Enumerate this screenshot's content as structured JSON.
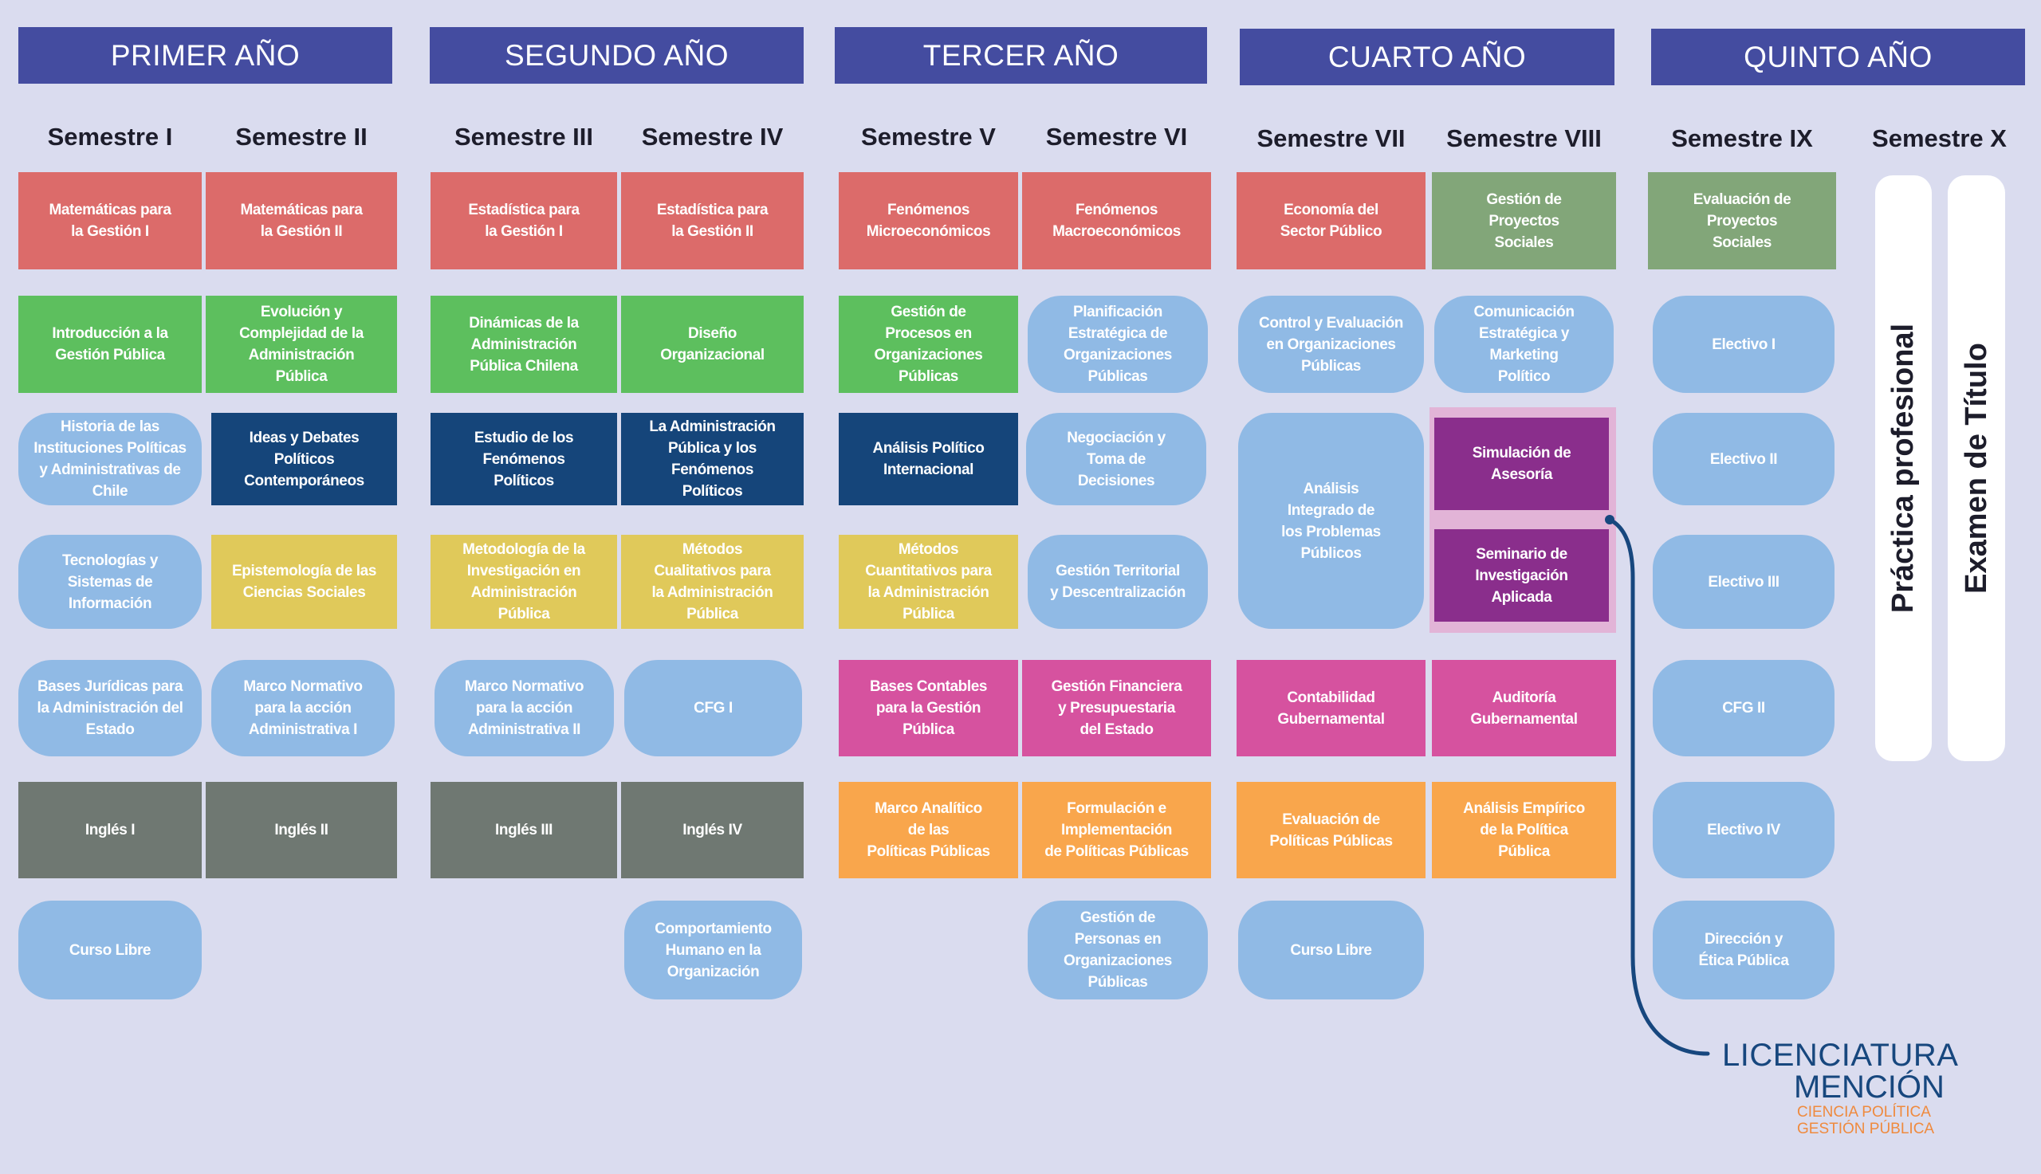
{
  "years": [
    "PRIMER AÑO",
    "SEGUNDO AÑO",
    "TERCER AÑO",
    "CUARTO AÑO",
    "QUINTO AÑO"
  ],
  "colors": {
    "header": "#444ca0",
    "background": "#dadcef",
    "red": "#dc6b6a",
    "green": "#5dbf5e",
    "sage": "#82a679",
    "navy": "#15457a",
    "yellow": "#e0c95a",
    "lightblue": "#90bae5",
    "pink": "#d6529f",
    "orange": "#f9a64c",
    "gray": "#6f7872",
    "purple": "#8a2e8c"
  },
  "semesters": [
    {
      "label": "Semestre I",
      "courses": [
        {
          "name": "Matemáticas para\nla Gestión I",
          "color": "#dc6b6a"
        },
        {
          "name": "Introducción a la\nGestión Pública",
          "color": "#5dbf5e"
        },
        {
          "name": "Historia de las\nInstituciones Políticas\ny Administrativas de\nChile",
          "color": "#90bae5"
        },
        {
          "name": "Tecnologías y\nSistemas de\nInformación",
          "color": "#90bae5"
        },
        {
          "name": "Bases Jurídicas para\nla Administración del\nEstado",
          "color": "#90bae5"
        },
        {
          "name": "Inglés I",
          "color": "#6f7872"
        },
        {
          "name": "Curso Libre",
          "color": "#90bae5"
        }
      ]
    },
    {
      "label": "Semestre II",
      "courses": [
        {
          "name": "Matemáticas para\nla Gestión II",
          "color": "#dc6b6a"
        },
        {
          "name": "Evolución y\nComplejidad de la\nAdministración\nPública",
          "color": "#5dbf5e"
        },
        {
          "name": "Ideas y Debates\nPolíticos\nContemporáneos",
          "color": "#15457a"
        },
        {
          "name": "Epistemología de las\nCiencias Sociales",
          "color": "#e0c95a"
        },
        {
          "name": "Marco Normativo\npara la acción\nAdministrativa I",
          "color": "#90bae5"
        },
        {
          "name": "Inglés II",
          "color": "#6f7872"
        }
      ]
    },
    {
      "label": "Semestre III",
      "courses": [
        {
          "name": "Estadística para\nla Gestión I",
          "color": "#dc6b6a"
        },
        {
          "name": "Dinámicas de la\nAdministración\nPública Chilena",
          "color": "#5dbf5e"
        },
        {
          "name": "Estudio de los\nFenómenos\nPolíticos",
          "color": "#15457a"
        },
        {
          "name": "Metodología de la\nInvestigación en\nAdministración\nPública",
          "color": "#e0c95a"
        },
        {
          "name": "Marco Normativo\npara la acción\nAdministrativa II",
          "color": "#90bae5"
        },
        {
          "name": "Inglés III",
          "color": "#6f7872"
        }
      ]
    },
    {
      "label": "Semestre IV",
      "courses": [
        {
          "name": "Estadística para\nla Gestión II",
          "color": "#dc6b6a"
        },
        {
          "name": "Diseño\nOrganizacional",
          "color": "#5dbf5e"
        },
        {
          "name": "La Administración\nPública y los\nFenómenos\nPolíticos",
          "color": "#15457a"
        },
        {
          "name": "Métodos\nCualitativos para\nla Administración\nPública",
          "color": "#e0c95a"
        },
        {
          "name": "CFG I",
          "color": "#90bae5"
        },
        {
          "name": "Inglés IV",
          "color": "#6f7872"
        },
        {
          "name": "Comportamiento\nHumano en la\nOrganización",
          "color": "#90bae5"
        }
      ]
    },
    {
      "label": "Semestre V",
      "courses": [
        {
          "name": "Fenómenos\nMicroeconómicos",
          "color": "#dc6b6a"
        },
        {
          "name": "Gestión de\nProcesos en\nOrganizaciones\nPúblicas",
          "color": "#5dbf5e"
        },
        {
          "name": "Análisis Político\nInternacional",
          "color": "#15457a"
        },
        {
          "name": "Métodos\nCuantitativos para\nla Administración\nPública",
          "color": "#e0c95a"
        },
        {
          "name": "Bases Contables\npara la Gestión\nPública",
          "color": "#d6529f"
        },
        {
          "name": "Marco Analítico\nde las\nPolíticas Públicas",
          "color": "#f9a64c"
        }
      ]
    },
    {
      "label": "Semestre VI",
      "courses": [
        {
          "name": "Fenómenos\nMacroeconómicos",
          "color": "#dc6b6a"
        },
        {
          "name": "Planificación\nEstratégica de\nOrganizaciones\nPúblicas",
          "color": "#90bae5"
        },
        {
          "name": "Negociación y\nToma de\nDecisiones",
          "color": "#90bae5"
        },
        {
          "name": "Gestión Territorial\ny Descentralización",
          "color": "#90bae5"
        },
        {
          "name": "Gestión Financiera\ny Presupuestaria\ndel Estado",
          "color": "#d6529f"
        },
        {
          "name": "Formulación e\nImplementación\nde Políticas Públicas",
          "color": "#f9a64c"
        },
        {
          "name": "Gestión de\nPersonas en\nOrganizaciones\nPúblicas",
          "color": "#90bae5"
        }
      ]
    },
    {
      "label": "Semestre VII",
      "courses": [
        {
          "name": "Economía del\nSector Público",
          "color": "#dc6b6a"
        },
        {
          "name": "Control y Evaluación\nen Organizaciones\nPúblicas",
          "color": "#90bae5"
        },
        {
          "name": "Análisis\nIntegrado de\nlos Problemas\nPúblicos",
          "color": "#90bae5"
        },
        {
          "name": "Contabilidad\nGubernamental",
          "color": "#d6529f"
        },
        {
          "name": "Evaluación de\nPolíticas Públicas",
          "color": "#f9a64c"
        },
        {
          "name": "Curso Libre",
          "color": "#90bae5"
        }
      ]
    },
    {
      "label": "Semestre VIII",
      "courses": [
        {
          "name": "Gestión de\nProyectos\nSociales",
          "color": "#82a679"
        },
        {
          "name": "Comunicación\nEstratégica y\nMarketing\nPolítico",
          "color": "#90bae5"
        },
        {
          "name": "Simulación de\nAsesoría",
          "color": "#8a2e8c"
        },
        {
          "name": "Seminario de\nInvestigación\nAplicada",
          "color": "#8a2e8c"
        },
        {
          "name": "Auditoría\nGubernamental",
          "color": "#d6529f"
        },
        {
          "name": "Análisis Empírico\nde la Política\nPública",
          "color": "#f9a64c"
        }
      ]
    },
    {
      "label": "Semestre IX",
      "courses": [
        {
          "name": "Evaluación de\nProyectos\nSociales",
          "color": "#82a679"
        },
        {
          "name": "Electivo I",
          "color": "#90bae5"
        },
        {
          "name": "Electivo II",
          "color": "#90bae5"
        },
        {
          "name": "Electivo III",
          "color": "#90bae5"
        },
        {
          "name": "CFG II",
          "color": "#90bae5"
        },
        {
          "name": "Electivo IV",
          "color": "#90bae5"
        },
        {
          "name": "Dirección y\nÉtica Pública",
          "color": "#90bae5"
        }
      ]
    },
    {
      "label": "Semestre X",
      "courses": [
        {
          "name": "Práctica profesional"
        },
        {
          "name": "Examen de Título"
        }
      ]
    }
  ],
  "logo": {
    "line1": "LICENCIATURA",
    "line2": "MENCIÓN",
    "line3": "CIENCIA POLÍTICA\nGESTIÓN PÚBLICA"
  }
}
